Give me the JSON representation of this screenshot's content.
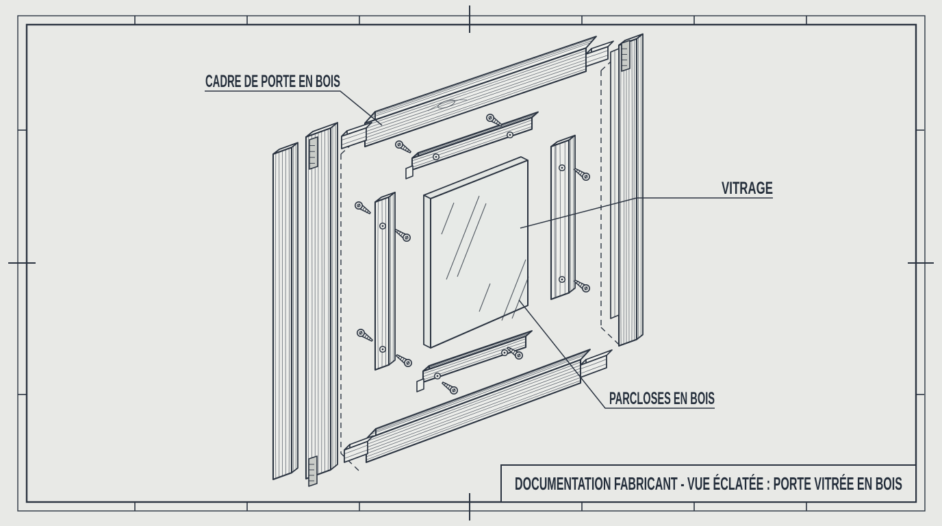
{
  "sheet": {
    "background": "#e8e9e6",
    "line_color": "#2a3340",
    "text_color": "#232d3a"
  },
  "labels": {
    "frame": "CADRE DE PORTE EN BOIS",
    "glazing": "VITRAGE",
    "beads": "PARCLOSES EN BOIS"
  },
  "title_block": {
    "text": "DOCUMENTATION FABRICANT - VUE ÉCLATÉE : PORTE VITRÉE EN BOIS"
  },
  "diagram": {
    "type": "exploded-view",
    "parts": [
      {
        "label": "CADRE DE PORTE EN BOIS"
      },
      {
        "label": "VITRAGE"
      },
      {
        "label": "PARCLOSES EN BOIS"
      }
    ]
  }
}
